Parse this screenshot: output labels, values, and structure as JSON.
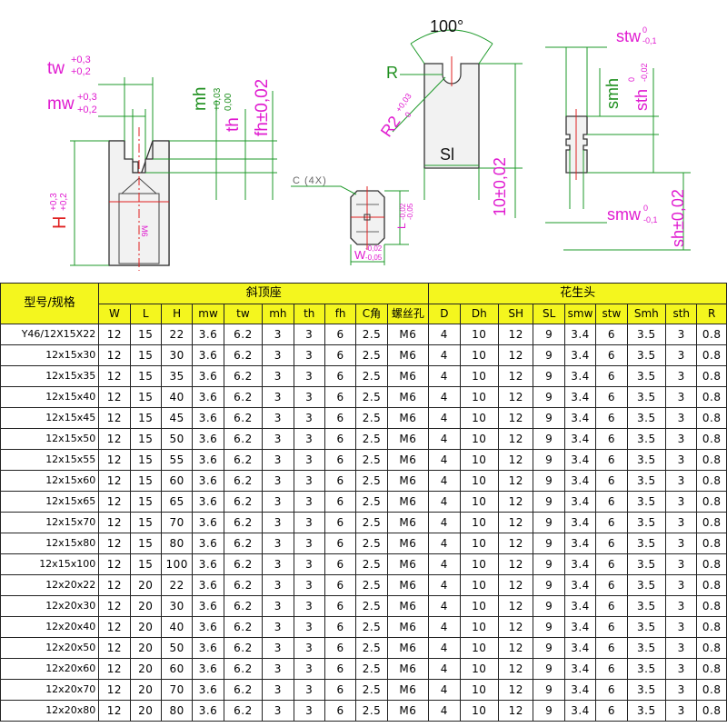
{
  "drawing": {
    "tw_label": "tw",
    "tw_tol_up": "+0,3",
    "tw_tol_dn": "+0,2",
    "mw_label": "mw",
    "mw_tol_up": "+0,3",
    "mw_tol_dn": "+0,2",
    "mh_label": "mh",
    "th_label": "th",
    "th_tol_up": "+0,03",
    "th_tol_dn": "0,00",
    "fh_label": "fh±0,02",
    "H_label": "H",
    "H_tol_up": "+0,3",
    "H_tol_dn": "+0,2",
    "thread_label": "M6",
    "chamfer_label": "C (4X)",
    "L_label": "L",
    "L_tol_up": "-0,02",
    "L_tol_dn": "-0,05",
    "W_label": "W",
    "W_tol_up": "-0,02",
    "W_tol_dn": "-0,05",
    "angle_label": "100°",
    "R_label": "R",
    "R2_label": "R2",
    "R2_tol_up": "+0,03",
    "R2_tol_dn": "0",
    "Sl_label": "Sl",
    "ten_label": "10±0,02",
    "stw_label": "stw",
    "stw_tol_up": "0",
    "stw_tol_dn": "-0,1",
    "smh_label": "smh",
    "sth_label": "sth",
    "sth_tol_up": "0",
    "sth_tol_dn": "-0,02",
    "smw_label": "smw",
    "smw_tol_up": "0",
    "smw_tol_dn": "-0,1",
    "sh_label": "sh±0,02"
  },
  "table": {
    "model_header": "型号/规格",
    "group1": "斜顶座",
    "group2": "花生头",
    "columns": [
      "W",
      "L",
      "H",
      "mw",
      "tw",
      "mh",
      "th",
      "fh",
      "C角",
      "螺丝孔",
      "D",
      "Dh",
      "SH",
      "SL",
      "smw",
      "stw",
      "Smh",
      "sth",
      "R"
    ],
    "rows": [
      [
        "Y46/12X15X22",
        "12",
        "15",
        "22",
        "3.6",
        "6.2",
        "3",
        "3",
        "6",
        "2.5",
        "M6",
        "4",
        "10",
        "12",
        "9",
        "3.4",
        "6",
        "3.5",
        "3",
        "0.8"
      ],
      [
        "12x15x30",
        "12",
        "15",
        "30",
        "3.6",
        "6.2",
        "3",
        "3",
        "6",
        "2.5",
        "M6",
        "4",
        "10",
        "12",
        "9",
        "3.4",
        "6",
        "3.5",
        "3",
        "0.8"
      ],
      [
        "12x15x35",
        "12",
        "15",
        "35",
        "3.6",
        "6.2",
        "3",
        "3",
        "6",
        "2.5",
        "M6",
        "4",
        "10",
        "12",
        "9",
        "3.4",
        "6",
        "3.5",
        "3",
        "0.8"
      ],
      [
        "12x15x40",
        "12",
        "15",
        "40",
        "3.6",
        "6.2",
        "3",
        "3",
        "6",
        "2.5",
        "M6",
        "4",
        "10",
        "12",
        "9",
        "3.4",
        "6",
        "3.5",
        "3",
        "0.8"
      ],
      [
        "12x15x45",
        "12",
        "15",
        "45",
        "3.6",
        "6.2",
        "3",
        "3",
        "6",
        "2.5",
        "M6",
        "4",
        "10",
        "12",
        "9",
        "3.4",
        "6",
        "3.5",
        "3",
        "0.8"
      ],
      [
        "12x15x50",
        "12",
        "15",
        "50",
        "3.6",
        "6.2",
        "3",
        "3",
        "6",
        "2.5",
        "M6",
        "4",
        "10",
        "12",
        "9",
        "3.4",
        "6",
        "3.5",
        "3",
        "0.8"
      ],
      [
        "12x15x55",
        "12",
        "15",
        "55",
        "3.6",
        "6.2",
        "3",
        "3",
        "6",
        "2.5",
        "M6",
        "4",
        "10",
        "12",
        "9",
        "3.4",
        "6",
        "3.5",
        "3",
        "0.8"
      ],
      [
        "12x15x60",
        "12",
        "15",
        "60",
        "3.6",
        "6.2",
        "3",
        "3",
        "6",
        "2.5",
        "M6",
        "4",
        "10",
        "12",
        "9",
        "3.4",
        "6",
        "3.5",
        "3",
        "0.8"
      ],
      [
        "12x15x65",
        "12",
        "15",
        "65",
        "3.6",
        "6.2",
        "3",
        "3",
        "6",
        "2.5",
        "M6",
        "4",
        "10",
        "12",
        "9",
        "3.4",
        "6",
        "3.5",
        "3",
        "0.8"
      ],
      [
        "12x15x70",
        "12",
        "15",
        "70",
        "3.6",
        "6.2",
        "3",
        "3",
        "6",
        "2.5",
        "M6",
        "4",
        "10",
        "12",
        "9",
        "3.4",
        "6",
        "3.5",
        "3",
        "0.8"
      ],
      [
        "12x15x80",
        "12",
        "15",
        "80",
        "3.6",
        "6.2",
        "3",
        "3",
        "6",
        "2.5",
        "M6",
        "4",
        "10",
        "12",
        "9",
        "3.4",
        "6",
        "3.5",
        "3",
        "0.8"
      ],
      [
        "12x15x100",
        "12",
        "15",
        "100",
        "3.6",
        "6.2",
        "3",
        "3",
        "6",
        "2.5",
        "M6",
        "4",
        "10",
        "12",
        "9",
        "3.4",
        "6",
        "3.5",
        "3",
        "0.8"
      ],
      [
        "12x20x22",
        "12",
        "20",
        "22",
        "3.6",
        "6.2",
        "3",
        "3",
        "6",
        "2.5",
        "M6",
        "4",
        "10",
        "12",
        "9",
        "3.4",
        "6",
        "3.5",
        "3",
        "0.8"
      ],
      [
        "12x20x30",
        "12",
        "20",
        "30",
        "3.6",
        "6.2",
        "3",
        "3",
        "6",
        "2.5",
        "M6",
        "4",
        "10",
        "12",
        "9",
        "3.4",
        "6",
        "3.5",
        "3",
        "0.8"
      ],
      [
        "12x20x40",
        "12",
        "20",
        "40",
        "3.6",
        "6.2",
        "3",
        "3",
        "6",
        "2.5",
        "M6",
        "4",
        "10",
        "12",
        "9",
        "3.4",
        "6",
        "3.5",
        "3",
        "0.8"
      ],
      [
        "12x20x50",
        "12",
        "20",
        "50",
        "3.6",
        "6.2",
        "3",
        "3",
        "6",
        "2.5",
        "M6",
        "4",
        "10",
        "12",
        "9",
        "3.4",
        "6",
        "3.5",
        "3",
        "0.8"
      ],
      [
        "12x20x60",
        "12",
        "20",
        "60",
        "3.6",
        "6.2",
        "3",
        "3",
        "6",
        "2.5",
        "M6",
        "4",
        "10",
        "12",
        "9",
        "3.4",
        "6",
        "3.5",
        "3",
        "0.8"
      ],
      [
        "12x20x70",
        "12",
        "20",
        "70",
        "3.6",
        "6.2",
        "3",
        "3",
        "6",
        "2.5",
        "M6",
        "4",
        "10",
        "12",
        "9",
        "3.4",
        "6",
        "3.5",
        "3",
        "0.8"
      ],
      [
        "12x20x80",
        "12",
        "20",
        "80",
        "3.6",
        "6.2",
        "3",
        "3",
        "6",
        "2.5",
        "M6",
        "4",
        "10",
        "12",
        "9",
        "3.4",
        "6",
        "3.5",
        "3",
        "0.8"
      ]
    ]
  }
}
